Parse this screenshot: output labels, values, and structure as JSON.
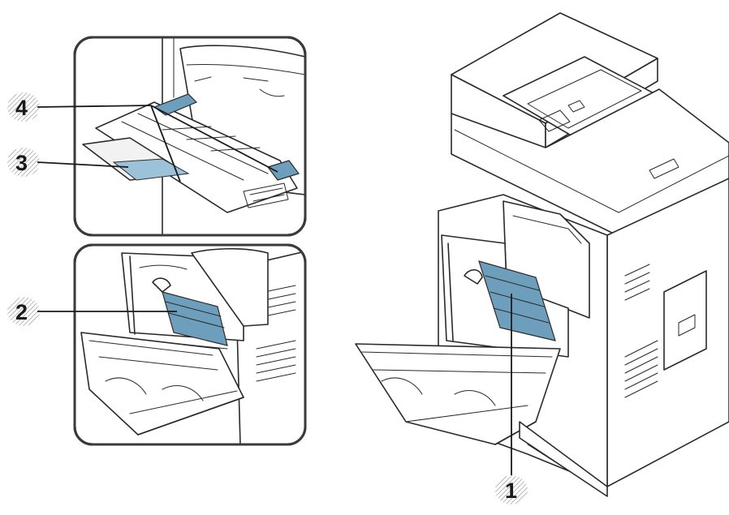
{
  "callouts": [
    {
      "id": "1",
      "label": "1"
    },
    {
      "id": "2",
      "label": "2"
    },
    {
      "id": "3",
      "label": "3"
    },
    {
      "id": "4",
      "label": "4"
    }
  ],
  "colors": {
    "part_highlight": "#6d9fbd",
    "outline": "#2a2a2a",
    "frame": "#3a3a3a"
  }
}
